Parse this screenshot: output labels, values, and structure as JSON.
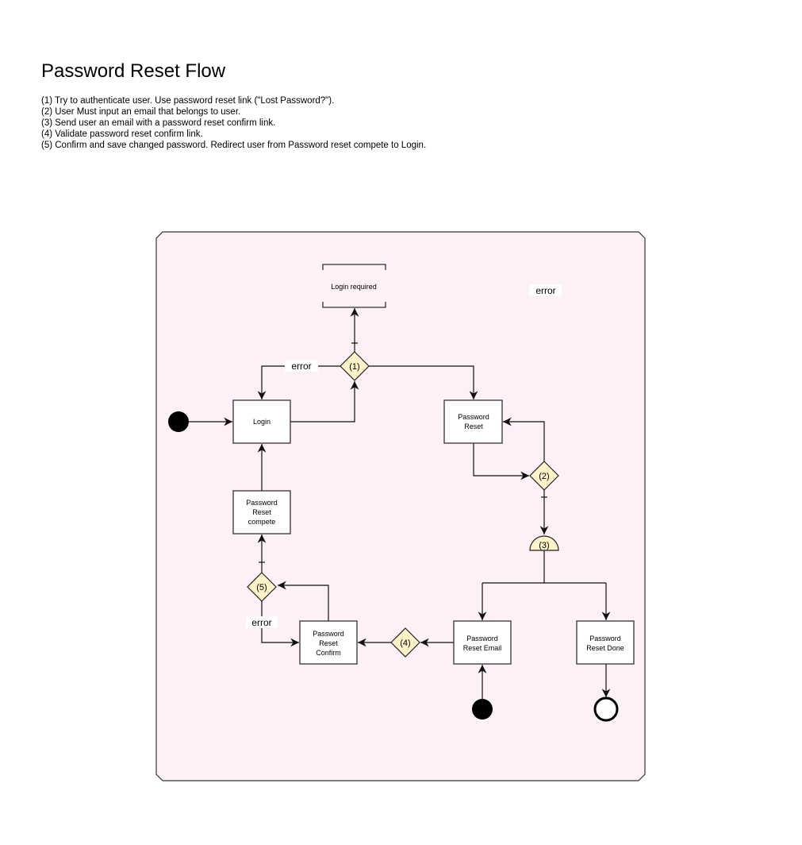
{
  "title": "Password Reset Flow",
  "notes": [
    "(1) Try to authenticate user. Use password reset link (\"Lost Password?\").",
    "(2) User Must input an email that belongs to user.",
    "(3) Send user an email with a password reset confirm link.",
    "(4) Validate password reset confirm link.",
    "(5) Confirm and save changed password. Redirect user from Password reset compete to Login."
  ],
  "colors": {
    "frame": "#fdf0f6",
    "decision": "#fdf2c8"
  },
  "nodes": {
    "login_required": "Login required",
    "login": "Login",
    "password_reset": [
      "Password",
      "Reset"
    ],
    "compete": [
      "Password",
      "Reset",
      "compete"
    ],
    "confirm": [
      "Password",
      "Reset",
      "Confirm"
    ],
    "email": [
      "Password",
      "Reset Email"
    ],
    "done": [
      "Password",
      "Reset Done"
    ],
    "d1": "(1)",
    "d2": "(2)",
    "d3": "(3)",
    "d4": "(4)",
    "d5": "(5)"
  },
  "labels": {
    "error_top_right": "error",
    "error_1": "error",
    "error_5": "error"
  }
}
